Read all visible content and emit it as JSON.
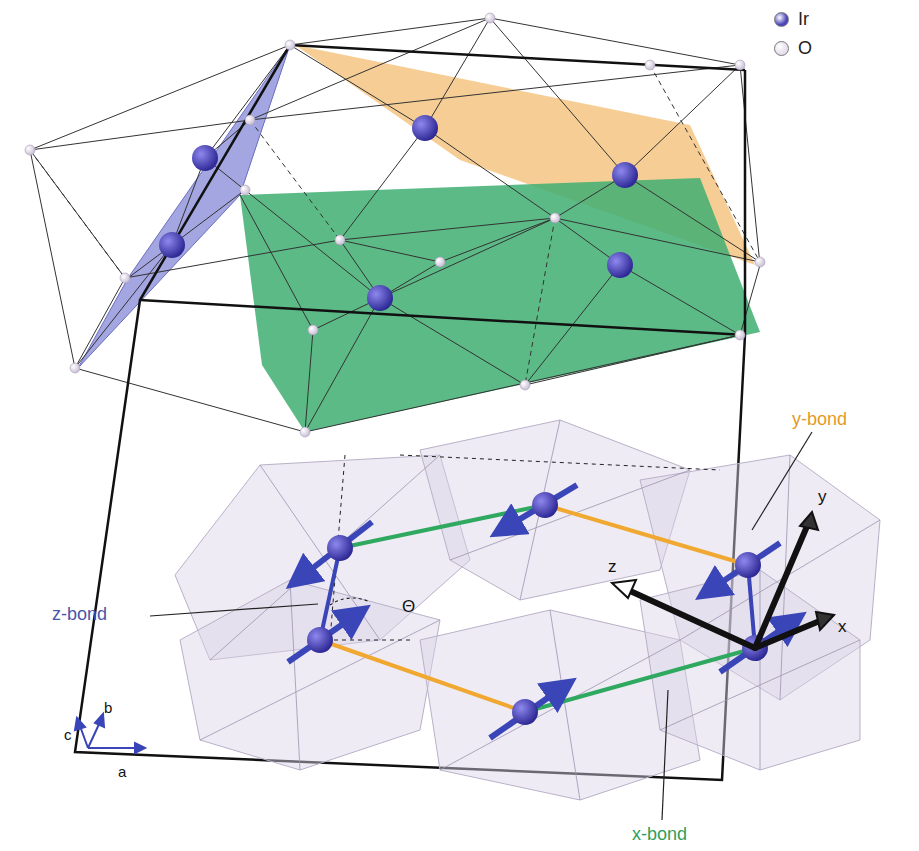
{
  "diagram": {
    "labels": [
      "y-bond",
      "z-bond",
      "x-bond",
      "z",
      "y",
      "x",
      "Θ",
      "c",
      "b",
      "a"
    ],
    "legend": [
      {
        "text": "Ir",
        "color": "#4a44b8"
      },
      {
        "text": "O",
        "color": "#e6dfee"
      }
    ]
  }
}
